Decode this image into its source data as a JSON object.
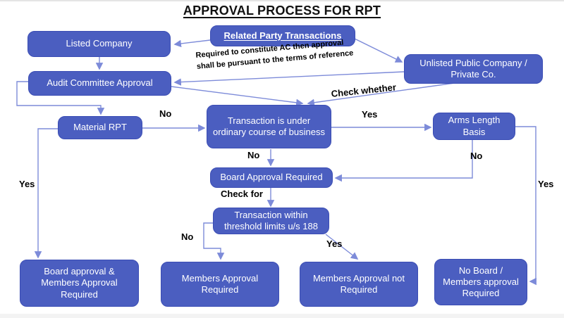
{
  "title": "APPROVAL PROCESS FOR RPT",
  "nodes": {
    "rpt": "Related Party Transactions",
    "listed": "Listed Company",
    "unlisted": "Unlisted Public Company / Private Co.",
    "audit": "Audit Committee Approval",
    "material": "Material RPT",
    "ordinary": "Transaction is under ordinary course of business",
    "arms": "Arms Length Basis",
    "board": "Board Approval Required",
    "threshold": "Transaction within threshold limits u/s 188",
    "board_members": "Board approval & Members Approval Required",
    "members": "Members Approval Required",
    "members_not": "Members Approval not Required",
    "no_board": "No Board / Members approval Required"
  },
  "labels": {
    "yes": "Yes",
    "no": "No",
    "check_whether": "Check whether",
    "check_for": "Check for",
    "note_line1": "Required to constitute AC then approval",
    "note_line2": "shall be pursuant to the terms of reference"
  },
  "colors": {
    "box_fill": "#4b5ec0",
    "box_border": "#3b4db4",
    "connector": "#7d8bd9",
    "box_text": "#ffffff",
    "label_ink": "#000000"
  }
}
